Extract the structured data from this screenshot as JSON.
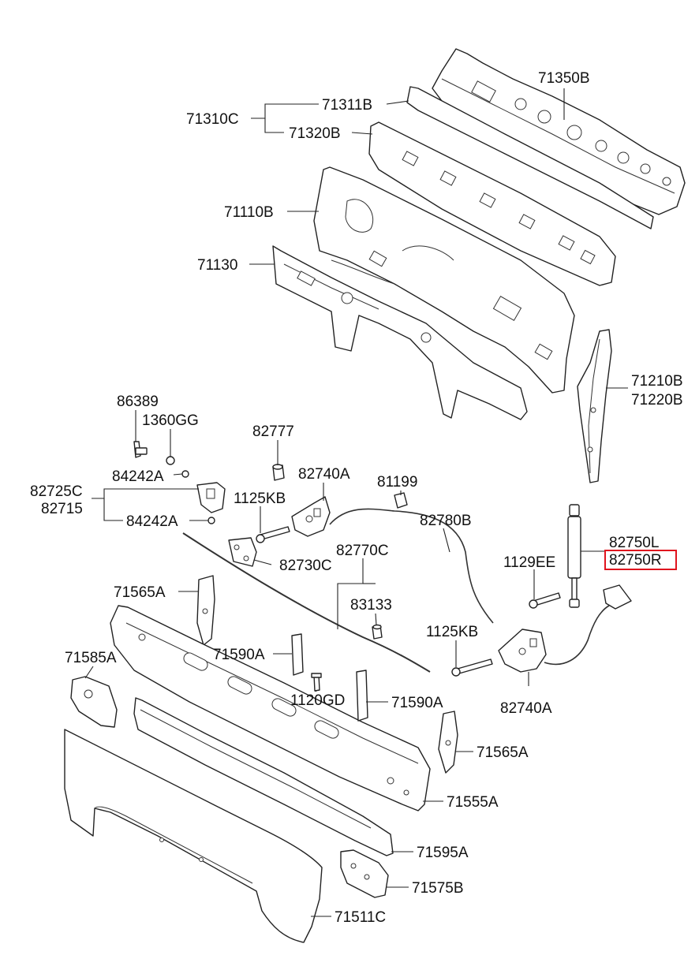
{
  "colors": {
    "highlight": "#e0141e",
    "ink": "#222222",
    "background": "#ffffff"
  },
  "highlighted_label": "82750R",
  "labels": {
    "p71350B": "71350B",
    "p71311B": "71311B",
    "p71310C": "71310C",
    "p71320B": "71320B",
    "p71110B": "71110B",
    "p71130": "71130",
    "p71210B": "71210B",
    "p71220B": "71220B",
    "p86389": "86389",
    "p1360GG": "1360GG",
    "p82777": "82777",
    "p84242A_top": "84242A",
    "p82740A_top": "82740A",
    "p81199": "81199",
    "p82725C": "82725C",
    "p82715": "82715",
    "p1125KB_top": "1125KB",
    "p82780B": "82780B",
    "p84242A_bottom": "84242A",
    "p82770C": "82770C",
    "p82750L": "82750L",
    "p82750R": "82750R",
    "p82730C": "82730C",
    "p1129EE": "1129EE",
    "p71565A_left": "71565A",
    "p83133": "83133",
    "p1125KB_bottom": "1125KB",
    "p71590A_left": "71590A",
    "p71585A": "71585A",
    "p1120GD": "1120GD",
    "p71590A_right": "71590A",
    "p82740A_bottom": "82740A",
    "p71565A_right": "71565A",
    "p71555A": "71555A",
    "p71595A": "71595A",
    "p71575B": "71575B",
    "p71511C": "71511C"
  }
}
